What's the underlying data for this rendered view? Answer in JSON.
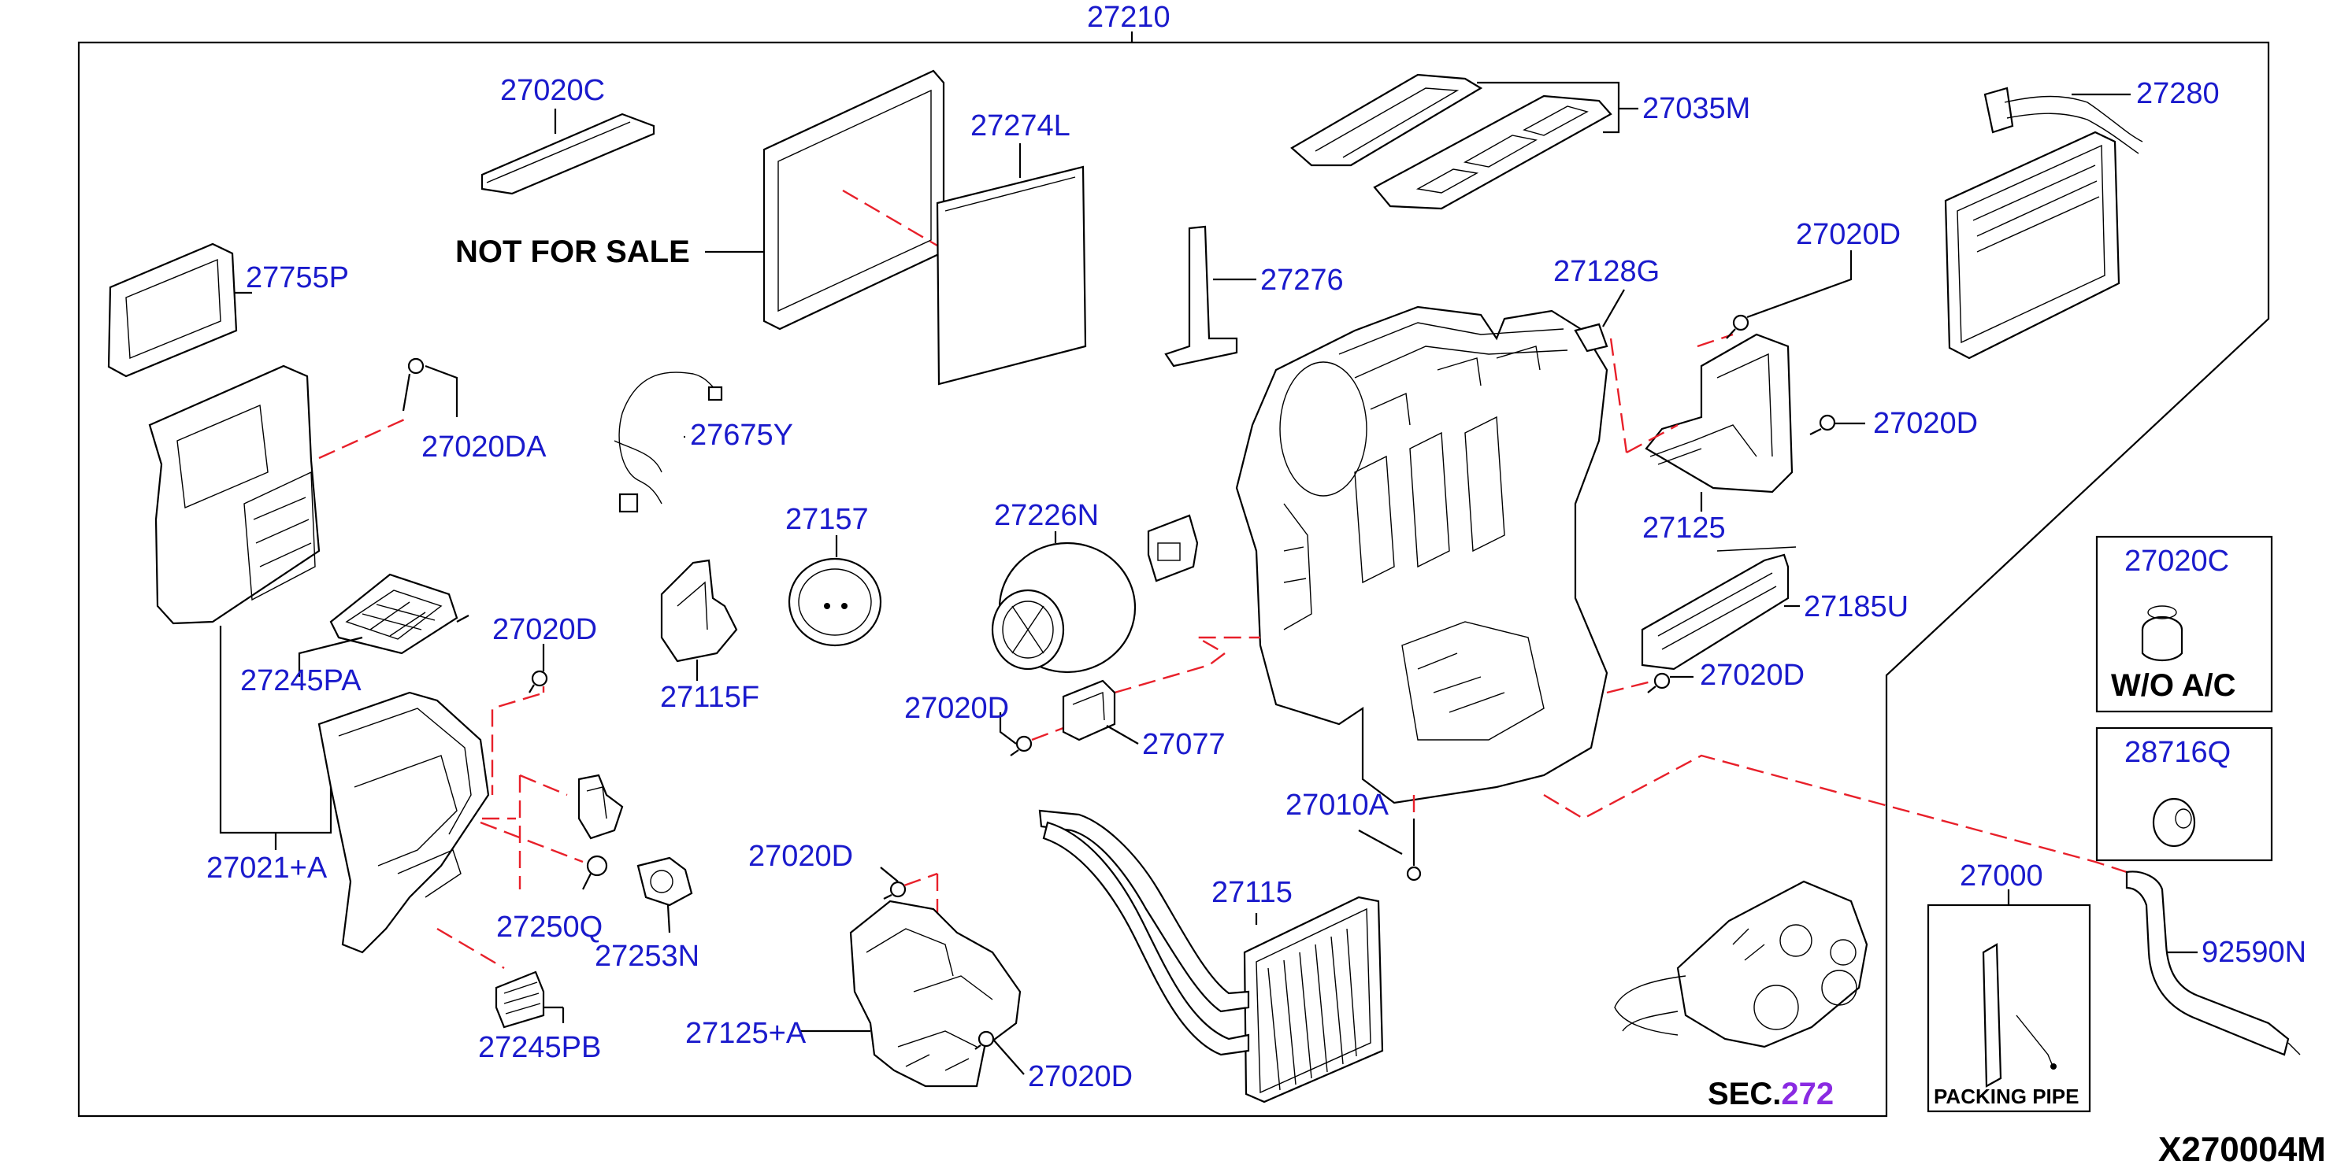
{
  "diagram": {
    "assembly_label": "27210",
    "diagram_code": "X270004M",
    "parts": {
      "p27020C_top": "27020C",
      "p27274L": "27274L",
      "not_for_sale": "NOT FOR SALE",
      "p27755P": "27755P",
      "p27020DA": "27020DA",
      "p27675Y": "27675Y",
      "p27157": "27157",
      "p27226N": "27226N",
      "p27276": "27276",
      "p27035M": "27035M",
      "p27280": "27280",
      "p27128G": "27128G",
      "p27020D_tr1": "27020D",
      "p27020D_tr2": "27020D",
      "p27125": "27125",
      "p27185U": "27185U",
      "p27020D_mid_r": "27020D",
      "p27245PA": "27245PA",
      "p27020D_left": "27020D",
      "p27115F": "27115F",
      "p27020D_center": "27020D",
      "p27077": "27077",
      "p27021A": "27021+A",
      "p27010A": "27010A",
      "p27250Q": "27250Q",
      "p27253N": "27253N",
      "p27020D_bottom1": "27020D",
      "p27115": "27115",
      "p27125A": "27125+A",
      "p27020D_bottom2": "27020D",
      "p27245PB": "27245PB",
      "sec_prefix": "SEC.",
      "sec_number": "272",
      "p27000": "27000",
      "p92590N": "92590N"
    },
    "inset_boxes": {
      "wo_ac_part": "27020C",
      "wo_ac_caption": "W/O  A/C",
      "plug_part": "28716Q",
      "packing_caption": "PACKING PIPE"
    }
  }
}
